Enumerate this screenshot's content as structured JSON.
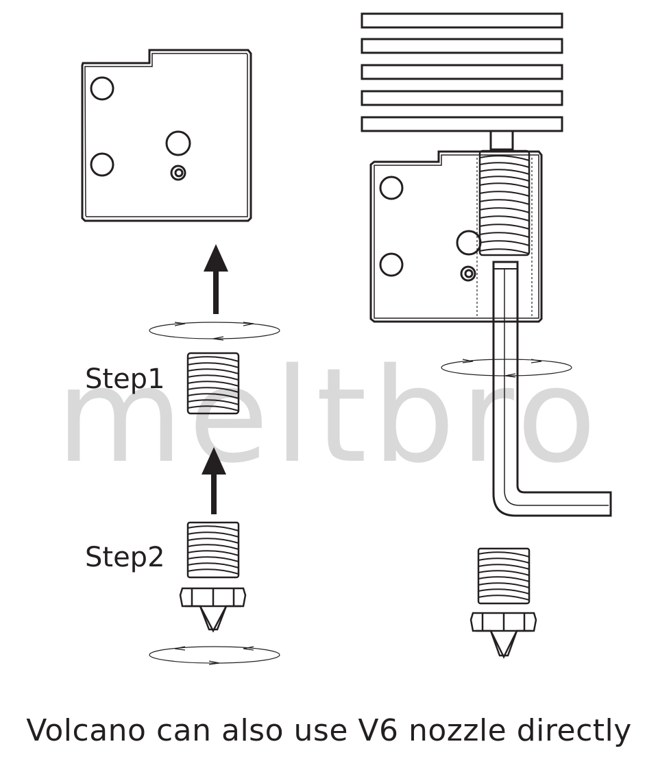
{
  "labels": {
    "step1": "Step1",
    "step2": "Step2",
    "caption": "Volcano can also use V6 nozzle directly",
    "watermark": "meltbro"
  },
  "colors": {
    "ink": "#231f20",
    "watermark": "#d9d9d9",
    "background": "#ffffff"
  },
  "icons": {
    "heater_block": "heater-block-icon",
    "heatsink": "heatsink-icon",
    "heat_break": "heat-break-icon",
    "nozzle": "nozzle-icon",
    "hex_key": "hex-key-icon",
    "arrow": "arrow-up-icon",
    "rotation": "rotation-icon"
  }
}
